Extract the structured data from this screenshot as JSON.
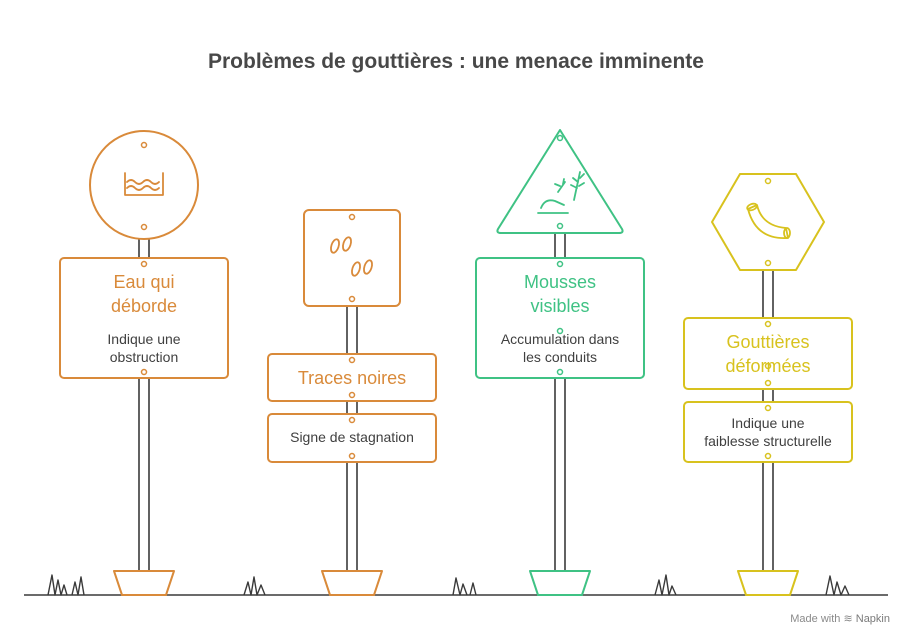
{
  "title": "Problèmes de gouttières : une menace imminente",
  "colors": {
    "orange": "#d98a3a",
    "green": "#3fc284",
    "yellow": "#d8c21e",
    "pole": "#3a3a3a"
  },
  "signs": [
    {
      "label": "Eau qui\ndéborde",
      "description": "Indique une\nobstruction",
      "icon": "water-level-icon",
      "shape": "circle",
      "color": "orange"
    },
    {
      "label": "Traces noires",
      "description": "Signe de stagnation",
      "icon": "stains-icon",
      "shape": "rounded-square",
      "color": "orange"
    },
    {
      "label": "Mousses\nvisibles",
      "description": "Accumulation dans\nles conduits",
      "icon": "moss-plant-icon",
      "shape": "triangle",
      "color": "green"
    },
    {
      "label": "Gouttières\ndéformées",
      "description": "Indique une\nfaiblesse structurelle",
      "icon": "bent-pipe-icon",
      "shape": "hexagon",
      "color": "yellow"
    }
  ],
  "footer": {
    "made_with": "Made with",
    "brand": "Napkin"
  }
}
